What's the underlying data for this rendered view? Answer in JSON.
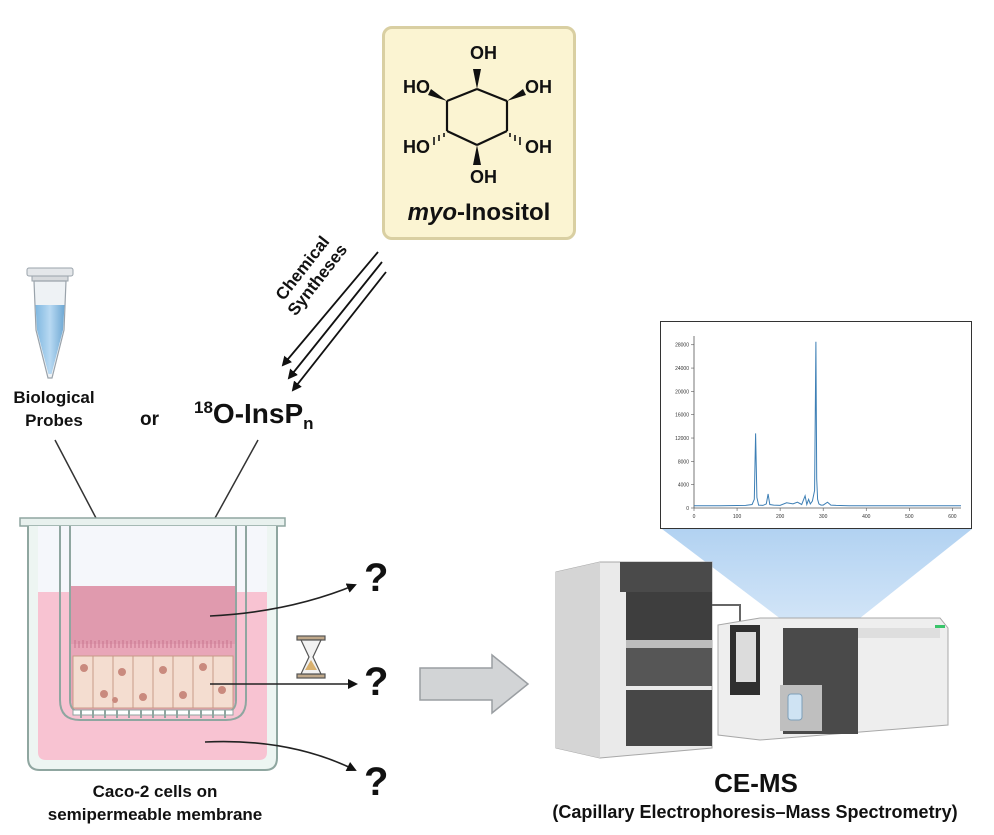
{
  "molecule": {
    "groups": [
      "OH",
      "HO",
      "OH",
      "HO",
      "OH",
      "OH"
    ],
    "name_italic": "myo",
    "name_rest": "-Inositol"
  },
  "arrow_label": {
    "line1": "Chemical",
    "line2": "Syntheses"
  },
  "probes": {
    "label_line1": "Biological",
    "label_line2": "Probes",
    "or": "or"
  },
  "labeled": {
    "sup": "18",
    "main": "O-InsP",
    "sub": "n"
  },
  "well": {
    "caption_line1": "Caco-2 cells on",
    "caption_line2": "semipermeable membrane"
  },
  "question_marks": [
    "?",
    "?",
    "?"
  ],
  "instrument": {
    "title": "CE-MS",
    "subtitle": "(Capillary Electrophoresis–Mass Spectrometry)"
  },
  "chart_data": {
    "type": "line",
    "x_ticks": [
      "0",
      "100",
      "200",
      "300",
      "400",
      "500",
      "600"
    ],
    "y_ticks": [
      "0",
      "4000",
      "8000",
      "12000",
      "16000",
      "20000",
      "24000",
      "28000"
    ],
    "xlim": [
      0,
      620
    ],
    "ylim": [
      0,
      29500
    ],
    "series": [
      {
        "x": [
          0,
          60,
          120,
          135,
          140,
          143,
          146,
          150,
          160,
          168,
          172,
          176,
          185,
          200,
          215,
          230,
          240,
          250,
          258,
          262,
          266,
          270,
          275,
          280,
          283,
          285,
          287,
          290,
          295,
          300,
          310,
          318,
          330,
          360,
          400,
          450,
          500,
          550,
          600,
          620
        ],
        "y": [
          400,
          400,
          450,
          600,
          1500,
          12800,
          1800,
          500,
          450,
          700,
          2400,
          600,
          500,
          450,
          900,
          700,
          1000,
          600,
          2100,
          600,
          1500,
          700,
          1200,
          3000,
          28500,
          5000,
          1500,
          700,
          500,
          500,
          1000,
          500,
          450,
          400,
          400,
          400,
          400,
          400,
          400,
          400
        ]
      }
    ]
  }
}
